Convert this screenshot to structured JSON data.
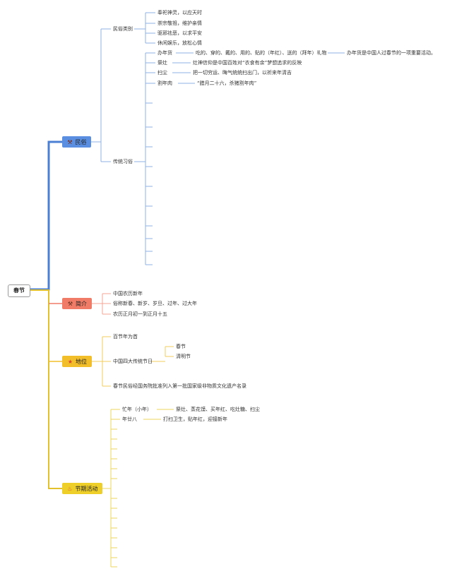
{
  "root": {
    "label": "春节"
  },
  "colors": {
    "minsu": "#4a7fd4",
    "jianjie": "#f07c68",
    "diwei": "#f2bf2a",
    "huodong": "#eecf2a"
  },
  "branches": {
    "minsu": {
      "label": "民俗",
      "icon": "tools-icon",
      "category": {
        "label": "民俗类别",
        "items": [
          "奉祀神灵，以应天时",
          "崇宗敬祖，维护亲情",
          "驱邪祛恶，以求平安",
          "休闲娱乐，放松心情"
        ]
      },
      "customs": {
        "label": "传统习俗",
        "items": [
          {
            "label": "办年货",
            "detail": "吃的、穿的、戴的、用的、贴的（年红）、送的（拜年）礼物",
            "extra": "办年货是中国人过春节的一项重要活动。"
          },
          {
            "label": "祭灶",
            "detail": "灶神信仰是中国百姓对“衣食有余”梦想追求的反映"
          },
          {
            "label": "扫尘",
            "detail": "把一切穷运、晦气统统扫出门，以祈来年清吉"
          },
          {
            "label": "割年肉",
            "detail": "“腊月二十六，杀猪割年肉”"
          }
        ]
      }
    },
    "jianjie": {
      "label": "简介",
      "icon": "hammer-icon",
      "items": [
        "中国农历新年",
        "俗称新春、新岁、岁旦、过年、过大年",
        "农历正月初一到正月十五"
      ]
    },
    "diwei": {
      "label": "地位",
      "icon": "star-icon",
      "items": [
        "百节年为首"
      ],
      "four": {
        "label": "中国四大传统节日",
        "items": [
          "春节",
          "清明节"
        ]
      },
      "heritage": "春节民俗经国务院批准列入第一批国家级非物质文化遗产名录"
    },
    "huodong": {
      "label": "节期活动",
      "icon": "fire-icon",
      "items": [
        {
          "label": "忙年（小年）",
          "detail": "祭灶、蒸花馍、买年红、吃灶糖、扫尘"
        },
        {
          "label": "年廿八",
          "detail": "打扫卫生，贴年红，迎接新年"
        }
      ]
    }
  }
}
